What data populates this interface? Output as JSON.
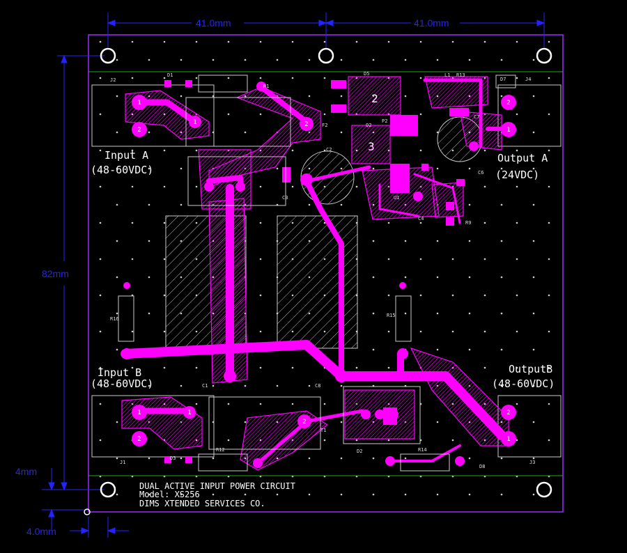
{
  "colors": {
    "background": "#000000",
    "board_outline": "#9b2cff",
    "copper": "#ff00ff",
    "silkscreen": "#ffffff",
    "dimension": "#2323ff",
    "guide": "#22aa22",
    "hole": "#ffffff"
  },
  "dimensions": {
    "top_left_span": "41.0mm",
    "top_right_span": "41.0mm",
    "height": "82mm",
    "bottom_margin": "4mm",
    "left_margin": "4.0mm"
  },
  "labels": {
    "input_a": "Input A",
    "input_a_range": "(48-60VDC)",
    "input_b": "Input B",
    "input_b_range": "(48-60VDC)",
    "output_a": "Output A",
    "output_a_range": "(24VDC)",
    "output_b": "OutputB",
    "output_b_range": "(48-60VDC)"
  },
  "title_block": {
    "line1": "DUAL ACTIVE INPUT POWER CIRCUIT",
    "line2": "Model: XS256",
    "line3": "DIMS XTENDED SERVICES CO."
  },
  "refdes": {
    "J1": "J1",
    "J2": "J2",
    "J3": "J3",
    "J4": "J4",
    "D1": "D1",
    "D2": "D2",
    "D3": "D3",
    "D5": "D5",
    "D7": "D7",
    "D8": "D8",
    "R1": "R1",
    "R12": "R12",
    "R14": "R14",
    "R15": "R15",
    "R16": "R16",
    "R9": "R9",
    "R13": "R13",
    "C1": "C1",
    "C2": "C2",
    "C3": "C3",
    "C4": "C4",
    "C6": "C6",
    "C7": "C7",
    "C8": "C8",
    "F2": "F2",
    "T1": "T1",
    "L1": "L1",
    "Q2": "Q2",
    "P2": "P2",
    "U1": "U1",
    "pad_num_1": "1",
    "pad_num_2": "2",
    "pad_num_3": "3"
  }
}
